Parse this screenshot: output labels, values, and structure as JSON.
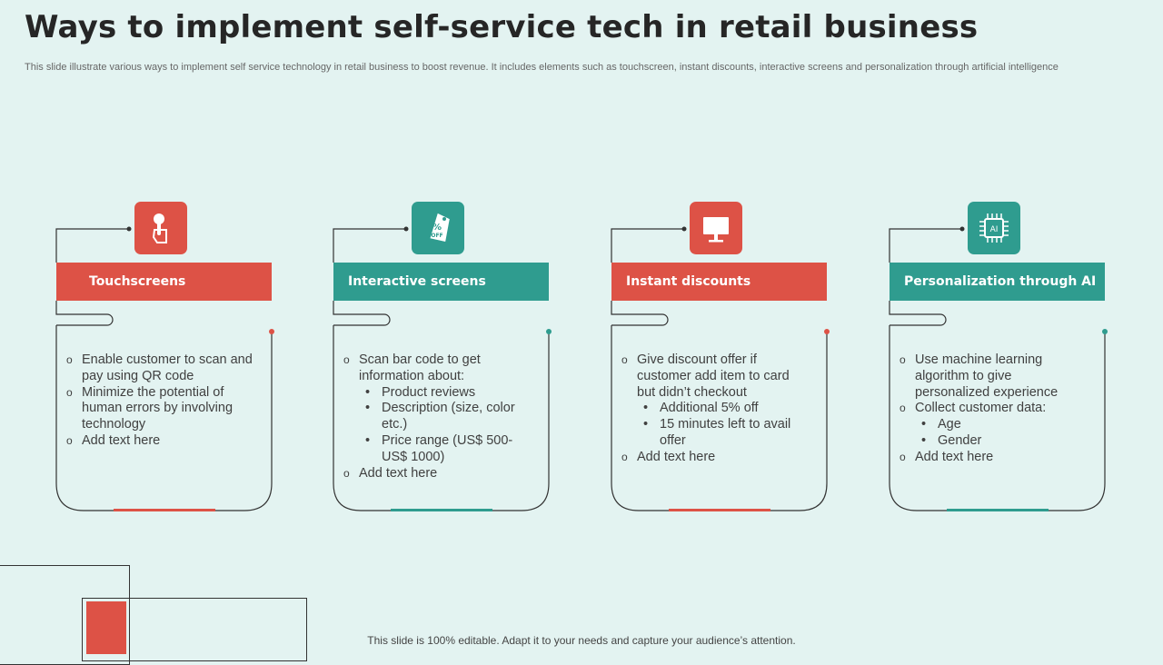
{
  "title": "Ways to implement self-service tech in retail business",
  "subtitle": "This slide illustrate various ways to implement self service technology in retail business to boost revenue. It includes elements such as touchscreen, instant discounts, interactive screens and personalization through artificial intelligence",
  "footer": "This slide is 100% editable. Adapt it to your needs and capture your audience’s attention.",
  "colors": {
    "red": "#dd5246",
    "teal": "#2f9c8f",
    "background": "#e3f3f1"
  },
  "cards": [
    {
      "heading": "Touchscreens",
      "icon": "touch-finger-icon",
      "items": [
        {
          "level": 1,
          "text": "Enable customer to scan and pay using QR code"
        },
        {
          "level": 1,
          "text": "Minimize the potential of human errors by involving technology"
        },
        {
          "level": 1,
          "text": "Add text here"
        }
      ]
    },
    {
      "heading": "Interactive screens",
      "icon": "discount-tag-icon",
      "icon_text": [
        "%",
        "OFF"
      ],
      "items": [
        {
          "level": 1,
          "text": "Scan bar code to get information about:"
        },
        {
          "level": 2,
          "text": "Product reviews"
        },
        {
          "level": 2,
          "text": "Description (size, color etc.)"
        },
        {
          "level": 2,
          "text": "Price range (US$ 500- US$ 1000)"
        },
        {
          "level": 1,
          "text": "Add text here"
        }
      ]
    },
    {
      "heading": "Instant discounts",
      "icon": "monitor-icon",
      "items": [
        {
          "level": 1,
          "text": "Give discount offer if customer add item to card but didn’t checkout"
        },
        {
          "level": 2,
          "text": "Additional  5% off"
        },
        {
          "level": 2,
          "text": "15 minutes left to avail offer"
        },
        {
          "level": 1,
          "text": "Add text here"
        }
      ]
    },
    {
      "heading": "Personalization through AI",
      "icon": "ai-chip-icon",
      "icon_text": [
        "AI"
      ],
      "items": [
        {
          "level": 1,
          "text": "Use machine learning algorithm to give personalized experience"
        },
        {
          "level": 1,
          "text": "Collect customer data:"
        },
        {
          "level": 2,
          "text": "Age"
        },
        {
          "level": 2,
          "text": "Gender"
        },
        {
          "level": 1,
          "text": "Add text here"
        }
      ]
    }
  ]
}
